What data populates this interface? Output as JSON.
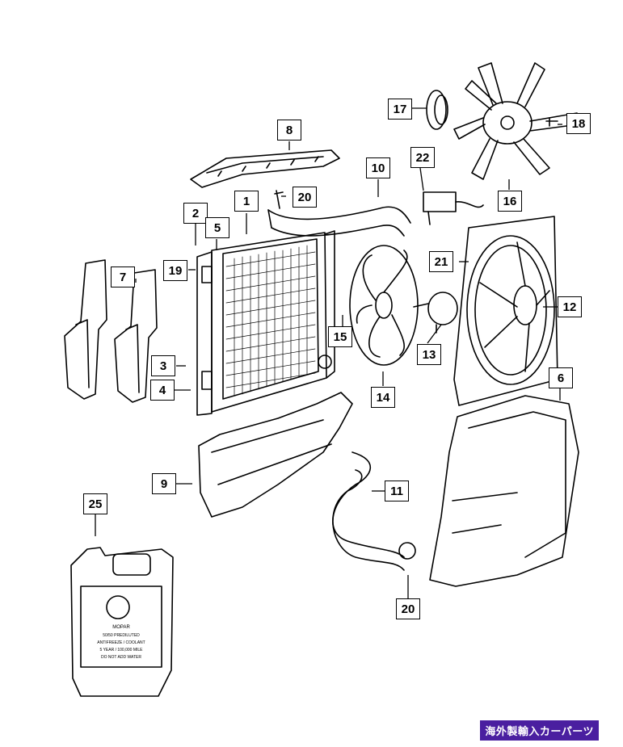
{
  "callouts": [
    "1",
    "2",
    "3",
    "4",
    "5",
    "6",
    "7",
    "8",
    "9",
    "10",
    "11",
    "12",
    "13",
    "14",
    "15",
    "16",
    "17",
    "18",
    "19",
    "20",
    "21",
    "22",
    "25"
  ],
  "callout_20b": "20",
  "jug_label": {
    "brand": "MOPAR",
    "line1": "50/50 PREDILUTED",
    "line2": "ANTIFREEZE / COOLANT",
    "line3": "5 YEAR / 100,000 MILE",
    "line4": "DO NOT ADD WATER"
  },
  "watermark": "海外製輸入カーパーツ"
}
